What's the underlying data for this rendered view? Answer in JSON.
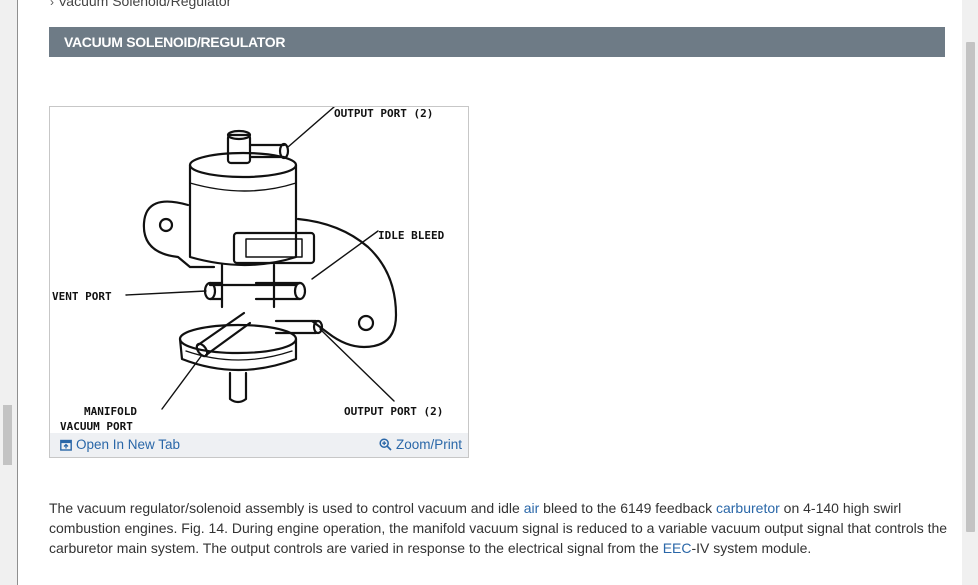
{
  "breadcrumb": {
    "text": "Vacuum Solenoid/Regulator"
  },
  "section": {
    "title": "VACUUM SOLENOID/REGULATOR"
  },
  "figure": {
    "labels": {
      "output_port_top": "OUTPUT PORT (2)",
      "idle_bleed": "IDLE BLEED",
      "vent_port": "VENT PORT",
      "manifold": "MANIFOLD",
      "vacuum_port": "VACUUM PORT",
      "output_port_bottom": "OUTPUT PORT (2)"
    },
    "open_tab_label": "Open In New Tab",
    "zoom_label": "Zoom/Print"
  },
  "body": {
    "p1": "The vacuum regulator/solenoid assembly is used to control vacuum and idle ",
    "link_air": "air",
    "p2": " bleed to the 6149 feedback ",
    "link_carburetor": "carburetor",
    "p3": " on 4-140 high swirl combustion engines. Fig. 14. During engine operation, the manifold vacuum signal is reduced to a variable vacuum output signal that controls the carburetor main system. The output controls are varied in response to the electrical signal from the ",
    "link_eec": "EEC",
    "p4": "-IV system module."
  }
}
